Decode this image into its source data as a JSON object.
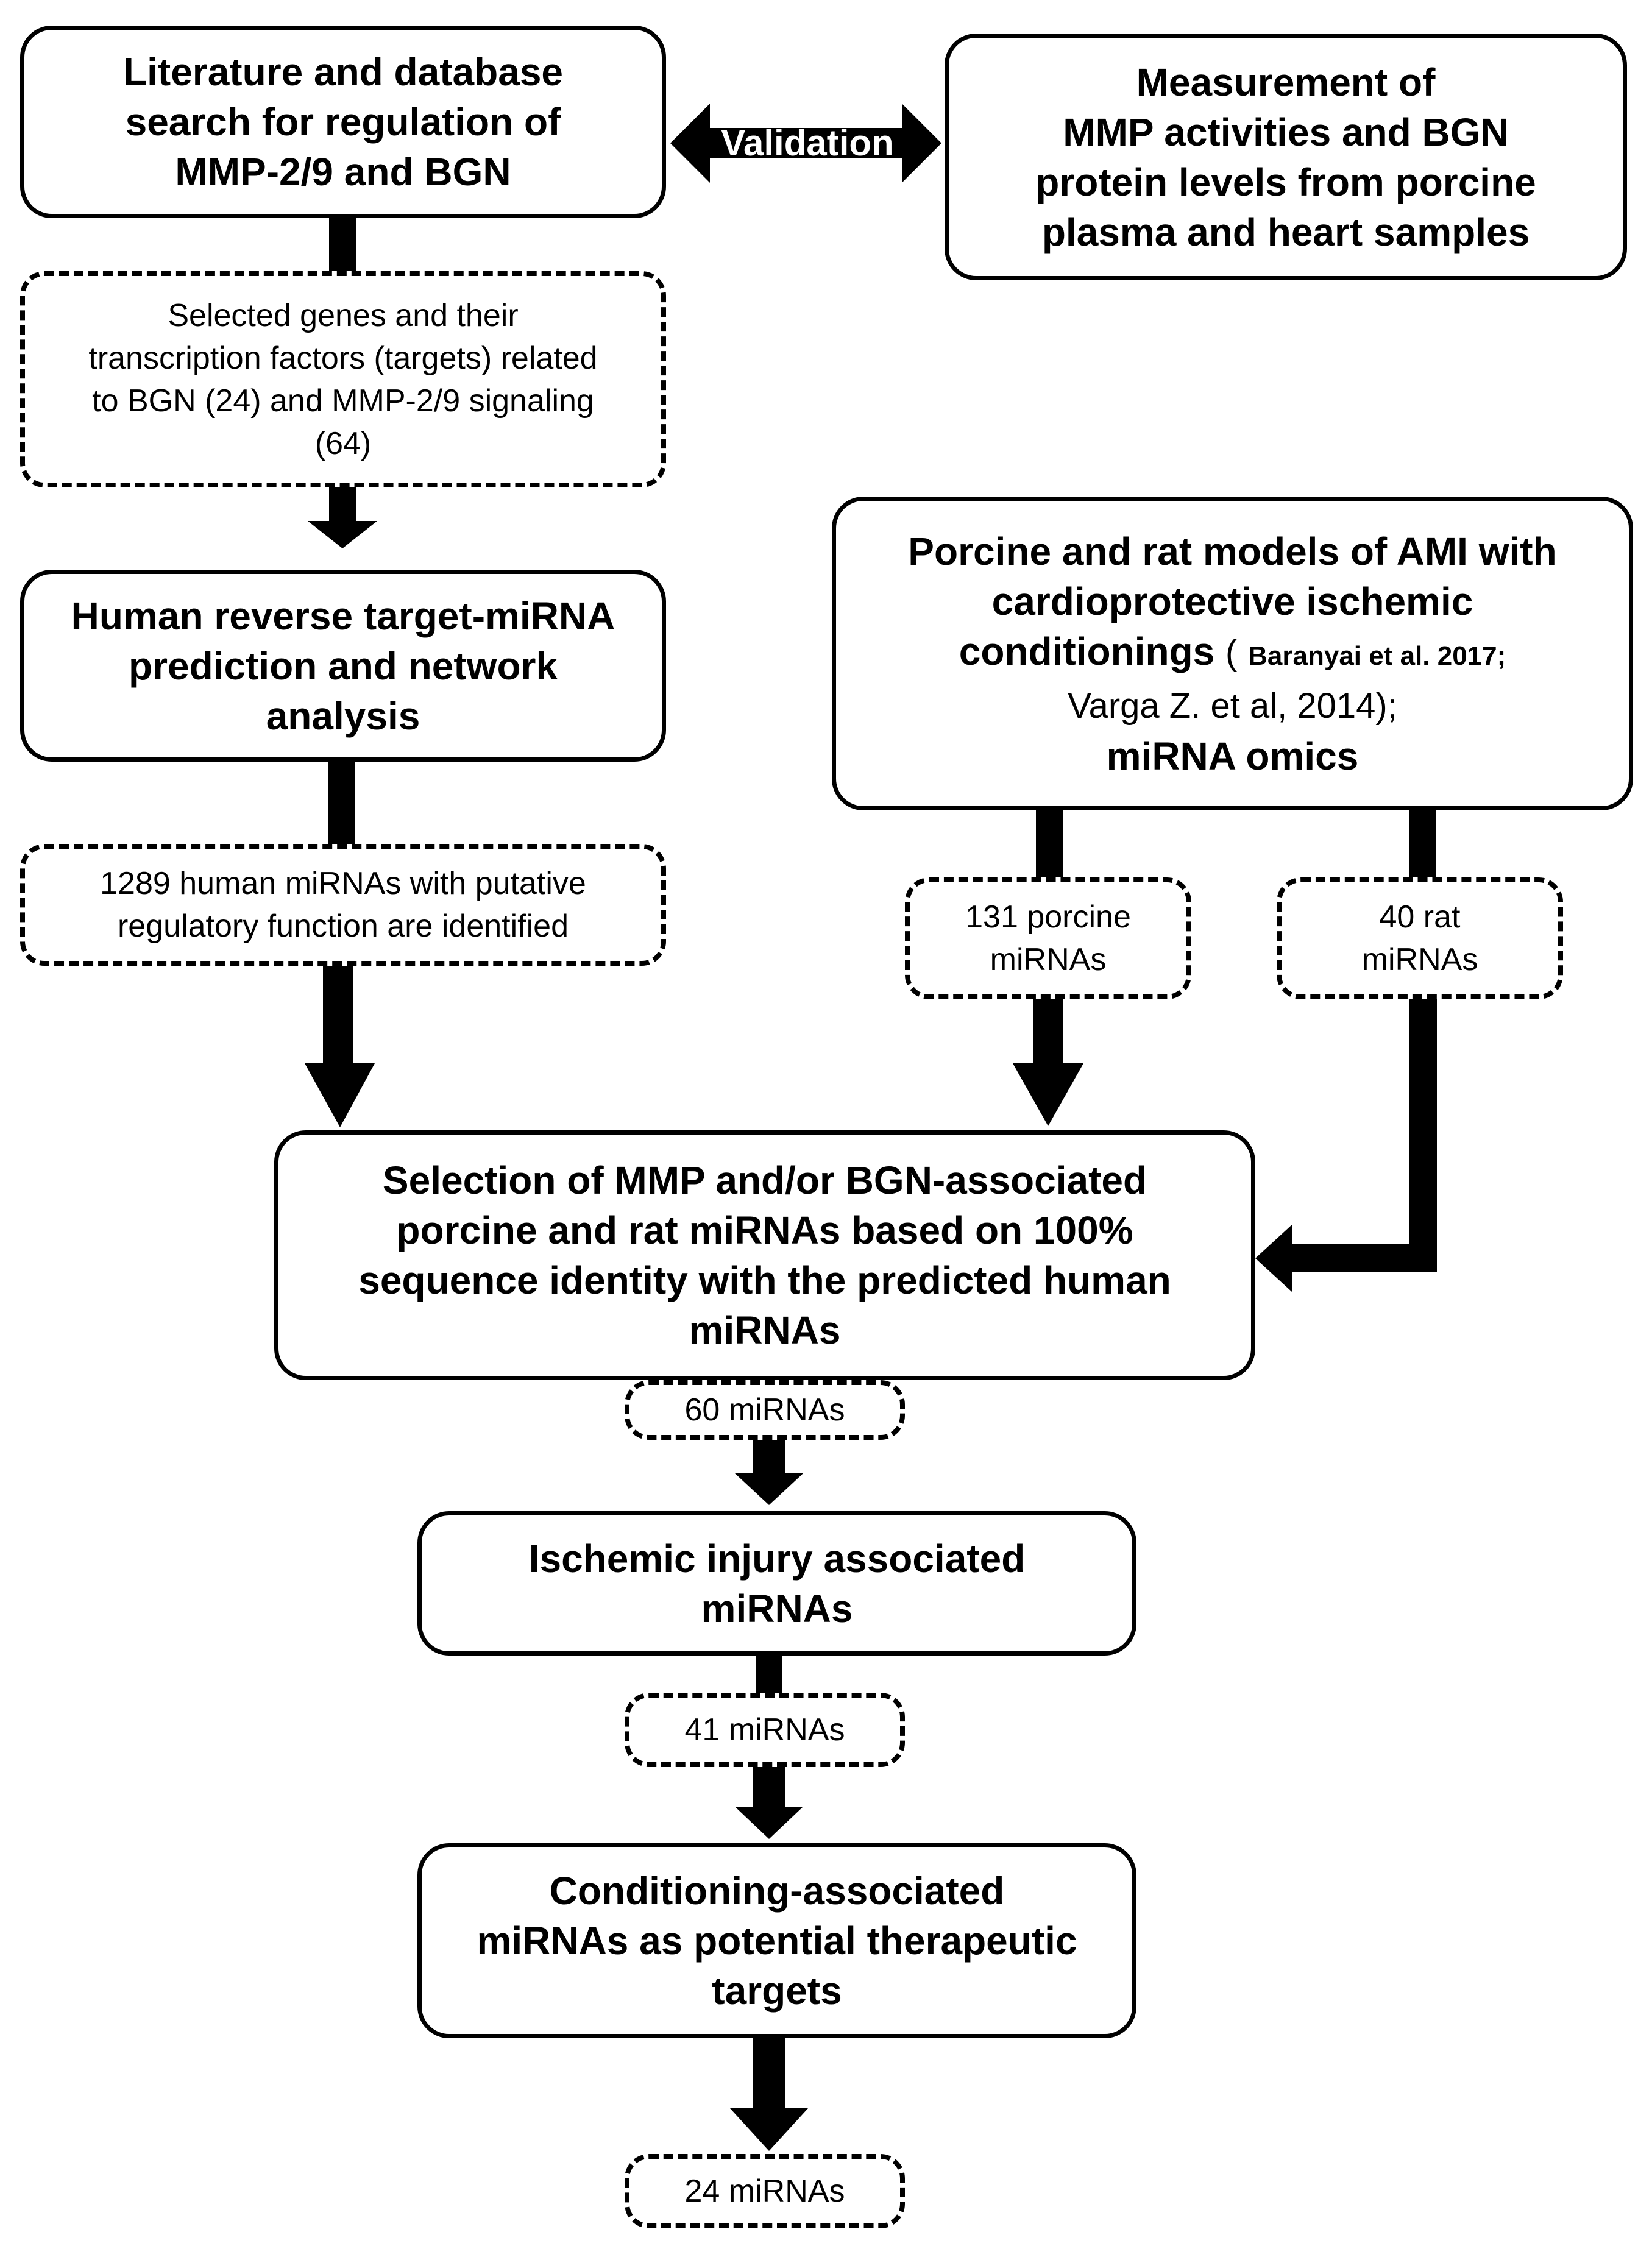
{
  "boxes": {
    "literature_search": [
      "Literature and database",
      "search for regulation of",
      "MMP-2/9 and BGN"
    ],
    "measurement": [
      "Measurement of",
      "MMP activities and BGN",
      "protein levels from porcine",
      "plasma and heart samples"
    ],
    "selected_genes": [
      "Selected genes and their",
      "transcription factors (targets) related",
      "to BGN (24) and MMP-2/9 signaling",
      "(64)"
    ],
    "human_prediction": [
      "Human reverse target-miRNA",
      "prediction and network",
      "analysis"
    ],
    "animal_models": {
      "line1": "Porcine and rat models of AMI with",
      "line2": "cardioprotective ischemic",
      "line3_main": "conditionings",
      "line3_paren": "(",
      "line3_ref": "Baranyai et al. 2017;",
      "line4": "Varga Z. et al, 2014);",
      "line5": "miRNA omics"
    },
    "human_mirnas": [
      "1289 human miRNAs with putative",
      "regulatory function are identified"
    ],
    "porcine_mirnas": [
      "131 porcine",
      "miRNAs"
    ],
    "rat_mirnas": [
      "40 rat",
      "miRNAs"
    ],
    "selection": [
      "Selection of MMP and/or BGN-associated",
      "porcine and rat miRNAs based on 100%",
      "sequence identity with the predicted human",
      "miRNAs"
    ],
    "count_60": "60 miRNAs",
    "ischemic": [
      "Ischemic injury associated",
      "miRNAs"
    ],
    "count_41": "41 miRNAs",
    "conditioning": [
      "Conditioning-associated",
      "miRNAs as potential therapeutic",
      "targets"
    ],
    "count_24": "24 miRNAs"
  },
  "validation_label": "Validation",
  "colors": {
    "stroke": "#000000",
    "background": "#ffffff",
    "label_text": "#ffffff"
  }
}
